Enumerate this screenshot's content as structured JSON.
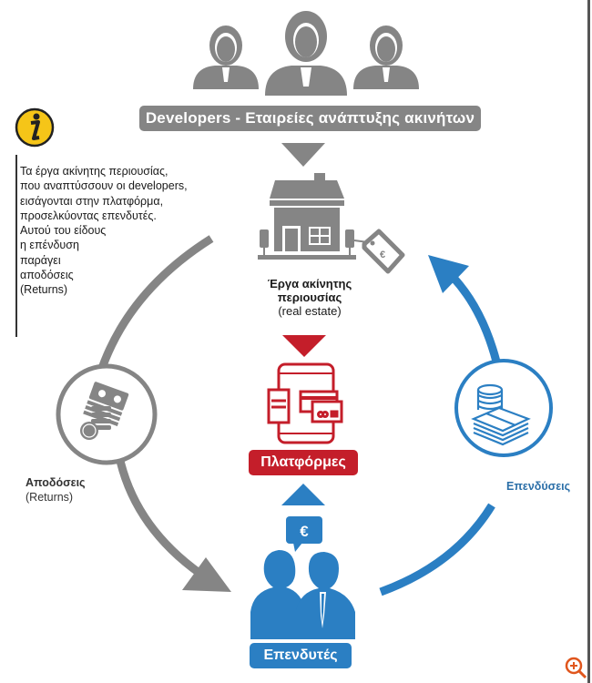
{
  "developers": {
    "label": "Developers - Εταιρείες ανάπτυξης ακινήτων",
    "icon": "group-of-people-icon"
  },
  "info": {
    "icon": "info-icon",
    "lines": [
      "Τα έργα ακίνητης περιουσίας,",
      "που αναπτύσσουν οι developers,",
      "εισάγονται στην πλατφόρμα,",
      "προσελκύοντας επενδυτές.",
      "Αυτού του είδους",
      "η επένδυση",
      "παράγει",
      "αποδόσεις",
      "(Returns)"
    ]
  },
  "real_estate": {
    "title_line1": "Έργα ακίνητης",
    "title_line2": "περιουσίας",
    "subtitle": "(real estate)",
    "icon": "house-icon",
    "tag_icon": "euro-price-tag-icon",
    "tag_symbol": "€"
  },
  "platforms": {
    "label": "Πλατφόρμες",
    "icon": "devices-icon"
  },
  "investors": {
    "label": "Επενδυτές",
    "icon": "investors-icon",
    "bubble_symbol": "€"
  },
  "returns": {
    "label_line1": "Αποδόσεις",
    "label_line2": "(Returns)",
    "icon": "money-stack-icon"
  },
  "investments": {
    "label": "Επενδύσεις",
    "icon": "money-stack-icon"
  },
  "colors": {
    "gray": "#858585",
    "red": "#c41e2a",
    "blue": "#2b7fc3",
    "info_yellow": "#f5c518"
  },
  "zoom_control": {
    "icon": "zoom-in-icon"
  }
}
